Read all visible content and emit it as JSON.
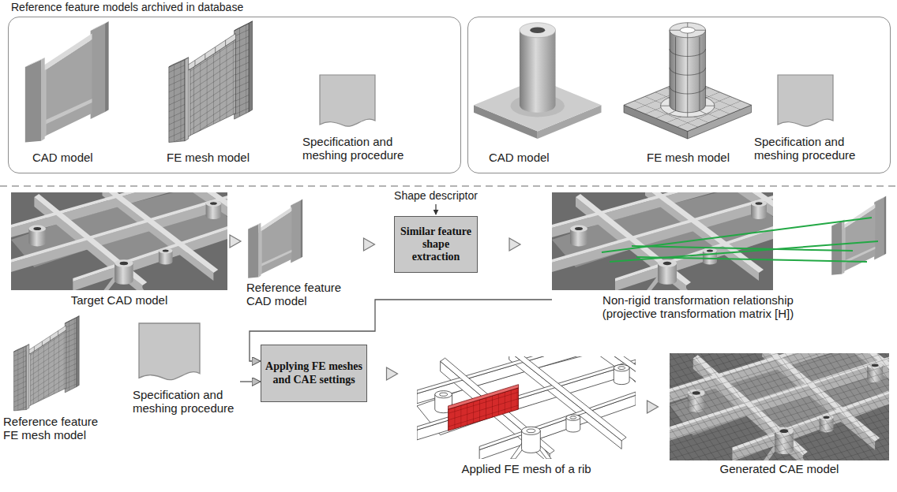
{
  "diagram": {
    "nodes": [
      {
        "text": [
          "CAD model",
          "FE mesh model",
          "Specification and meshing procedure"
        ]
      },
      {
        "text": [
          "CAD model",
          "FE mesh model",
          "Specification and meshing procedure"
        ]
      },
      {
        "text": [
          "Target CAD model"
        ]
      },
      {
        "text": [
          "Reference feature CAD model"
        ]
      },
      {
        "text": [
          "Similar feature shape extraction"
        ]
      },
      {
        "text": [
          "Non-rigid transformation relationship (projective transformation matrix [H])"
        ]
      },
      {
        "text": [
          "Reference feature FE mesh model"
        ]
      },
      {
        "text": [
          "Specification and meshing procedure"
        ]
      },
      {
        "text": [
          "Applying FE meshes and CAE settings"
        ]
      },
      {
        "text": [
          "Applied FE mesh of a rib"
        ]
      },
      {
        "text": [
          "Generated CAE model"
        ]
      }
    ],
    "edges": [
      {
        "from": 2,
        "to": 3,
        "arrow": "to"
      },
      {
        "from": 3,
        "to": 4,
        "arrow": "to"
      },
      {
        "from": 4,
        "to": 5,
        "arrow": "to"
      },
      {
        "from": 5,
        "to": 8,
        "arrow": "to"
      },
      {
        "from": 7,
        "to": 8,
        "arrow": "to"
      },
      {
        "from": 8,
        "to": 9,
        "arrow": "to"
      },
      {
        "from": 9,
        "to": 10,
        "arrow": "to"
      }
    ],
    "labels": [
      "Reference feature models archived in database",
      "Shape descriptor"
    ]
  }
}
